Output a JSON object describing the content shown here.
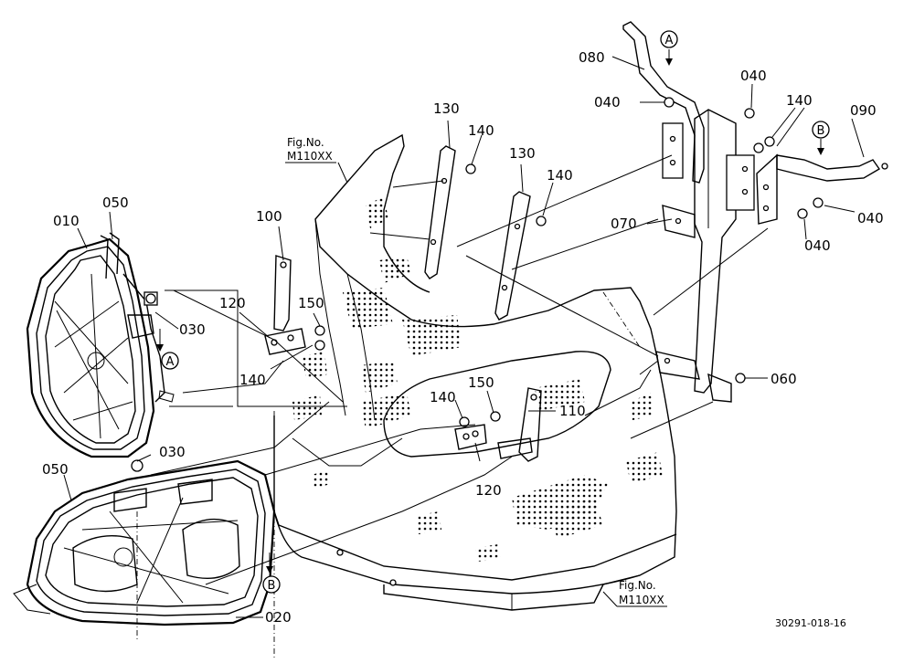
{
  "figure_refs": [
    {
      "line1": "Fig.No.",
      "line2": "M110XX"
    },
    {
      "line1": "Fig.No.",
      "line2": "M110XX"
    }
  ],
  "callouts": [
    "A",
    "B",
    "A",
    "B"
  ],
  "parts": {
    "p010": "010",
    "p020": "020",
    "p030a": "030",
    "p030b": "030",
    "p040a": "040",
    "p040b": "040",
    "p040c": "040",
    "p040d": "040",
    "p050a": "050",
    "p050b": "050",
    "p060": "060",
    "p070": "070",
    "p080": "080",
    "p090": "090",
    "p100": "100",
    "p110": "110",
    "p120a": "120",
    "p120b": "120",
    "p130a": "130",
    "p130b": "130",
    "p140a": "140",
    "p140b": "140",
    "p140c": "140",
    "p140d": "140",
    "p140e": "140",
    "p150a": "150",
    "p150b": "150"
  },
  "drawing_code": "30291-018-16"
}
